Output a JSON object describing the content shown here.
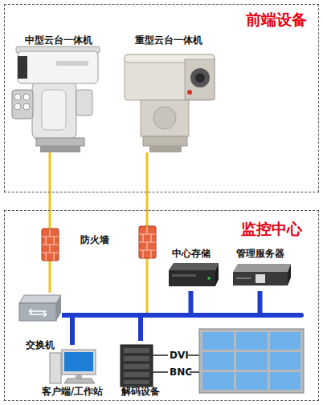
{
  "diagram": {
    "nodes": [
      {
        "text": [
          "前端设备"
        ]
      },
      {
        "text": [
          "中型云台一体机"
        ],
        "in": 0
      },
      {
        "text": [
          "重型云台一体机"
        ],
        "in": 0
      },
      {
        "text": [
          "监控中心"
        ]
      },
      {
        "text": [
          "中心存储"
        ],
        "in": 3
      },
      {
        "text": [
          "管理服务器"
        ],
        "in": 3
      },
      {
        "text": [
          "交换机"
        ],
        "in": 3
      },
      {
        "text": [
          "客户端/工作站"
        ],
        "in": 3
      },
      {
        "text": [
          "解码设备"
        ],
        "in": 3
      }
    ],
    "edges": [
      {
        "from": 1,
        "to": 6,
        "arrow": "none"
      },
      {
        "from": 2,
        "to": 6,
        "arrow": "none"
      },
      {
        "from": 6,
        "to": 4,
        "arrow": "none"
      },
      {
        "from": 6,
        "to": 5,
        "arrow": "none"
      },
      {
        "from": 6,
        "to": 8,
        "arrow": "none"
      },
      {
        "from": 6,
        "to": 7,
        "arrow": "none"
      }
    ],
    "labels": [
      "防火墙",
      "DVI",
      "BNC"
    ]
  }
}
